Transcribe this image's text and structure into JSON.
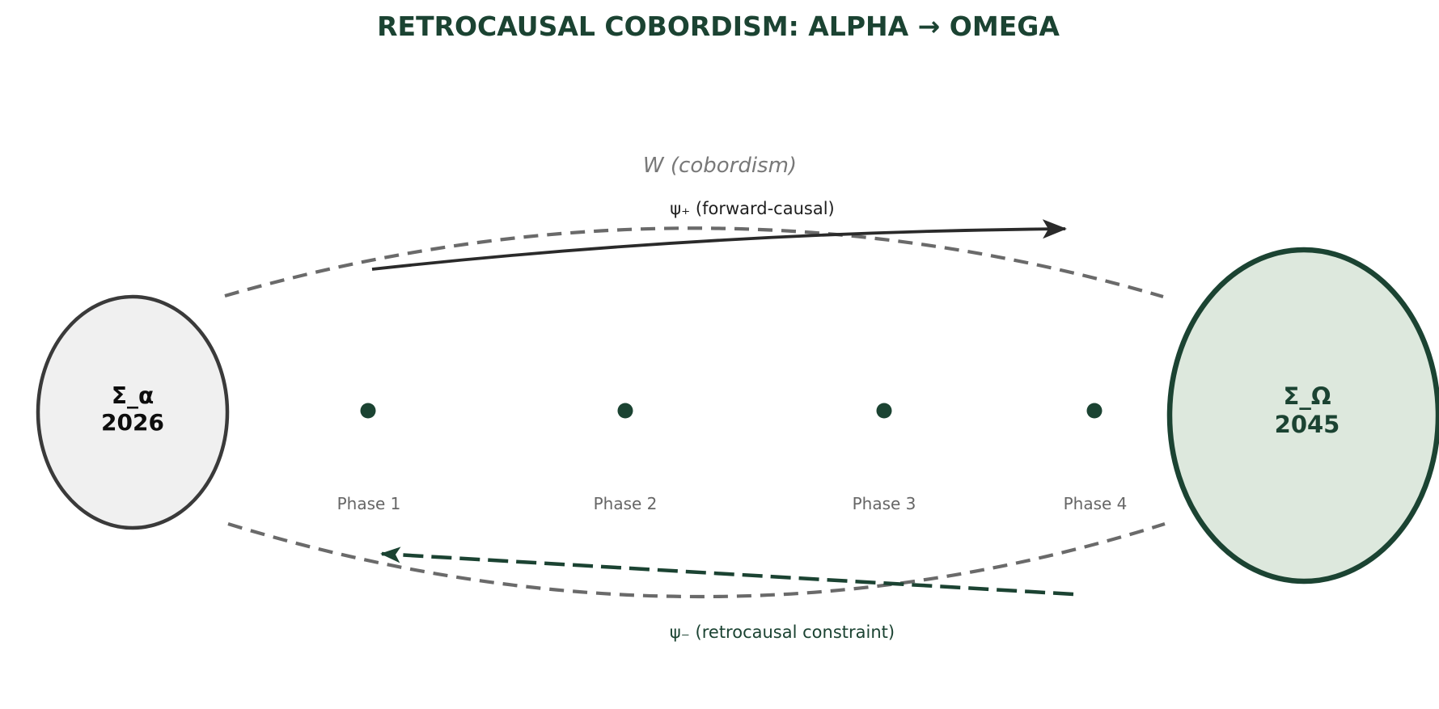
{
  "title": "RETROCAUSAL COBORDISM: ALPHA → OMEGA",
  "cobordism": {
    "surface_label": "W (cobordism)"
  },
  "arrows": {
    "forward_label": "ψ₊ (forward-causal)",
    "retro_label": "ψ₋ (retrocausal constraint)"
  },
  "alpha_boundary": {
    "symbol": "Σ_α",
    "year": "2026"
  },
  "omega_boundary": {
    "symbol": "Σ_Ω",
    "year": "2045"
  },
  "phases": [
    {
      "label": "Phase 1"
    },
    {
      "label": "Phase 2"
    },
    {
      "label": "Phase 3"
    },
    {
      "label": "Phase 4"
    }
  ],
  "colors": {
    "accent_green": "#1b4332",
    "omega_fill": "#dde8dd",
    "alpha_fill": "#f0f0f0",
    "alpha_stroke": "#3a3a3a",
    "boundary_gray": "#6a6a6a",
    "label_gray": "#666666",
    "w_label_gray": "#787878",
    "arrow_black": "#2a2a2a",
    "psi_forward_text": "#1f1f1f",
    "alpha_text": "#0d0d0d"
  }
}
